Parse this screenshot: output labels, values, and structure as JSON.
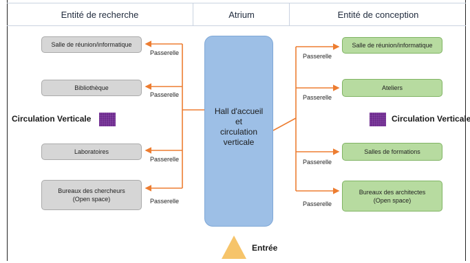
{
  "header": {
    "left": "Entité de recherche",
    "center": "Atrium",
    "right": "Entité de conception"
  },
  "atrium_label": [
    "Hall d'accueil",
    "et",
    "circulation",
    "verticale"
  ],
  "left_boxes": [
    [
      "Salle de réunion/informatique"
    ],
    [
      "Bibliothèque"
    ],
    [
      "Laboratoires"
    ],
    [
      "Bureaux des chercheurs",
      "(Open space)"
    ]
  ],
  "right_boxes": [
    [
      "Salle de réunion/informatique"
    ],
    [
      "Ateliers"
    ],
    [
      "Salles de formations"
    ],
    [
      "Bureaux des architectes",
      "(Open space)"
    ]
  ],
  "passerelle": "Passerelle",
  "circulation_verticale": "Circulation Verticale",
  "entree": "Entrée",
  "colors": {
    "connector": "#ed7d31",
    "atrium": "#9dbfe6",
    "left_box": "#d6d6d6",
    "right_box": "#b7dba0",
    "circulation_marker": "#6b2a8c",
    "entry_marker": "#f6c46a"
  }
}
